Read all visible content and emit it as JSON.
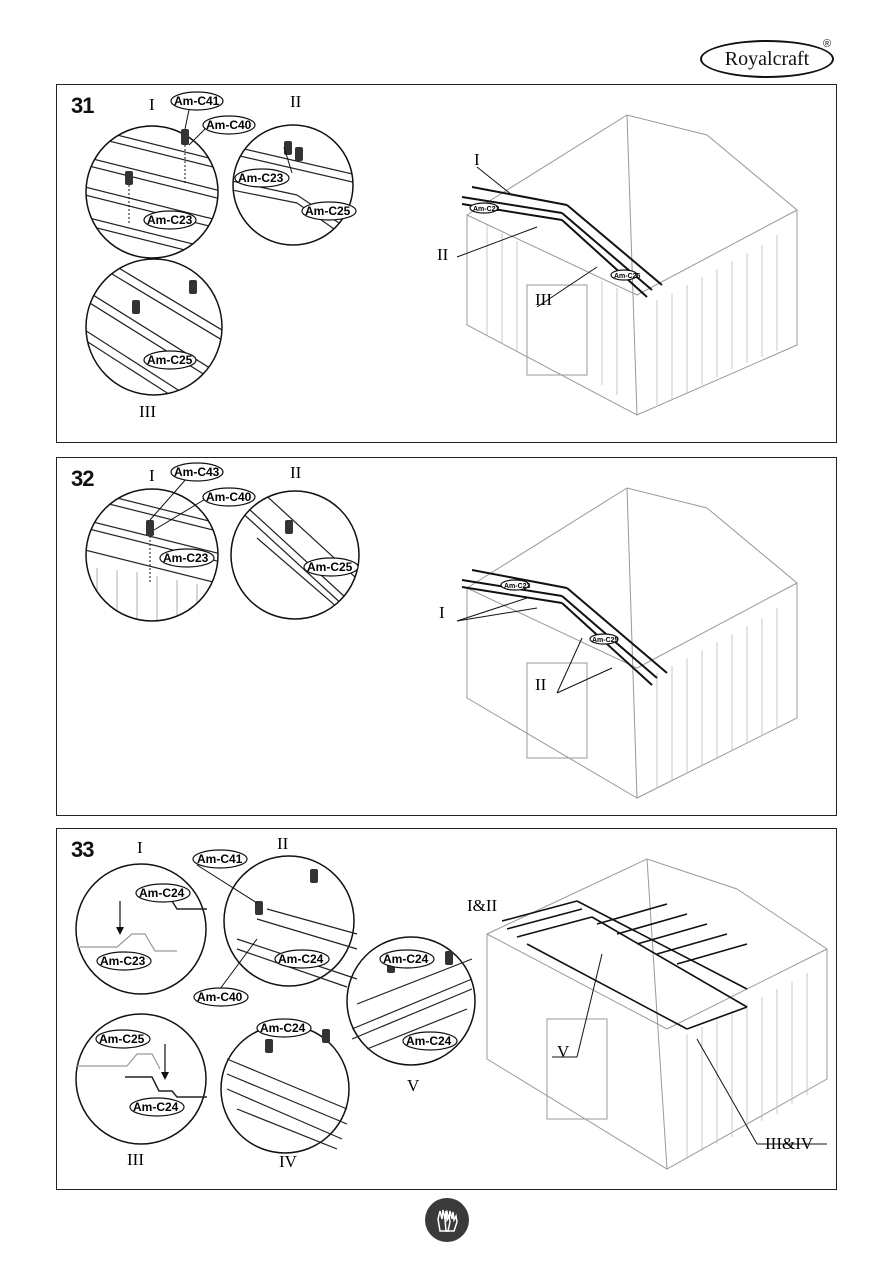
{
  "brand": {
    "logo_text": "Royalcraft",
    "registered": "®"
  },
  "steps": [
    {
      "number": "31",
      "callouts": [
        "I",
        "II",
        "III"
      ],
      "parts": {
        "a": "Am-C41",
        "b": "Am-C40",
        "c": "Am-C23",
        "d": "Am-C25"
      }
    },
    {
      "number": "32",
      "callouts": [
        "I",
        "II"
      ],
      "parts": {
        "a": "Am-C43",
        "b": "Am-C40",
        "c": "Am-C23",
        "d": "Am-C25"
      }
    },
    {
      "number": "33",
      "callouts": [
        "I",
        "II",
        "III",
        "IV",
        "V",
        "I&II",
        "III&IV"
      ],
      "parts": {
        "a": "Am-C41",
        "b": "Am-C24",
        "c": "Am-C23",
        "d": "Am-C40",
        "e": "Am-C25"
      }
    }
  ],
  "icons": {
    "footer": "gloves-icon"
  }
}
